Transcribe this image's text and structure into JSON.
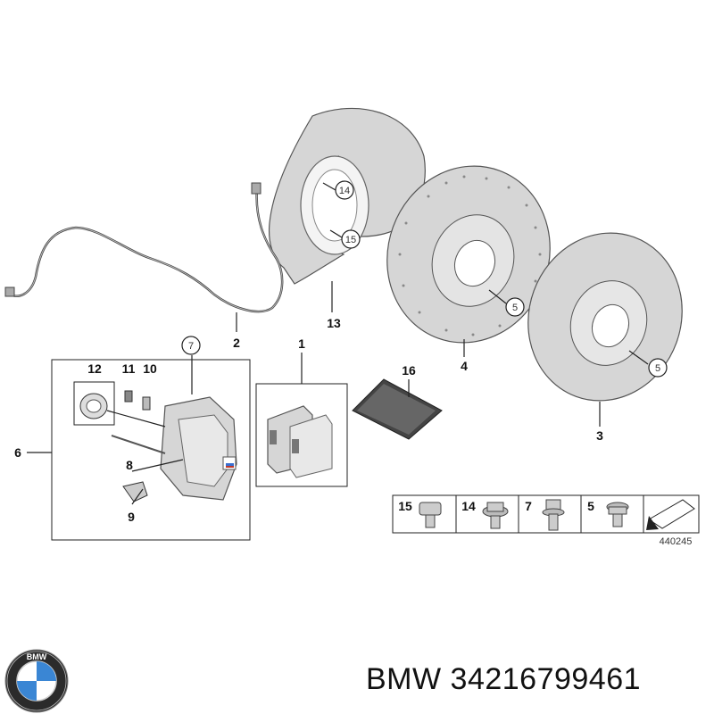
{
  "diagram": {
    "callouts": {
      "c1": "1",
      "c2": "2",
      "c3": "3",
      "c4": "4",
      "c5a": "5",
      "c5b": "5",
      "c6": "6",
      "c7": "7",
      "c8": "8",
      "c9": "9",
      "c10": "10",
      "c11": "11",
      "c12": "12",
      "c13": "13",
      "c14": "14",
      "c15": "15",
      "c16": "16"
    },
    "legend": {
      "items": [
        {
          "label": "15"
        },
        {
          "label": "14"
        },
        {
          "label": "7"
        },
        {
          "label": "5"
        }
      ],
      "code": "440245"
    }
  },
  "footer": {
    "brand_logo": "bmw-logo",
    "text": "BMW 34216799461"
  },
  "colors": {
    "line": "#222222",
    "part_fill": "#d6d6d6",
    "accent_blue": "#3a6fd0",
    "accent_red": "#c0392b"
  }
}
